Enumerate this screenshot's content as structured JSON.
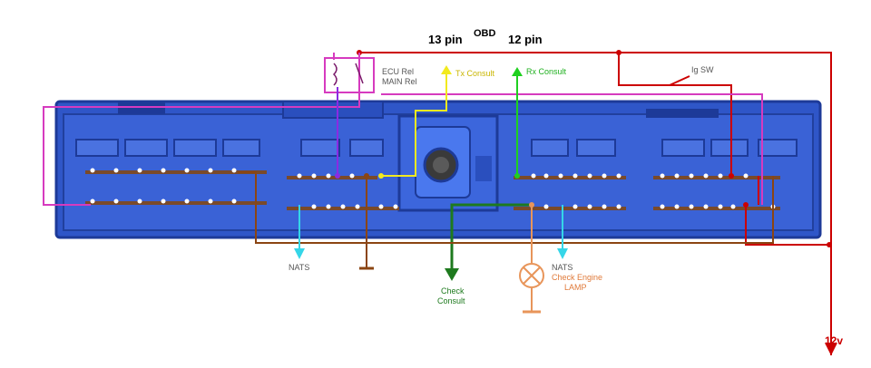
{
  "labels": {
    "pin13": "13 pin",
    "obd": "OBD",
    "pin12": "12 pin",
    "ecu_rel": "ECU Rel",
    "main_rel": "MAIN Rel",
    "tx_consult": "Tx Consult",
    "rx_consult": "Rx Consult",
    "ig_sw": "Ig SW",
    "nats_left": "NATS",
    "nats_right": "NATS",
    "check_consult_1": "Check",
    "check_consult_2": "Consult",
    "check_engine_1": "Check Engine",
    "check_engine_2": "LAMP",
    "v12": "12v"
  },
  "colors": {
    "red": "#cc0000",
    "magenta": "#d63bbf",
    "violet": "#8a2be2",
    "yellow": "#f2ea1e",
    "green": "#1fd01f",
    "dark_green": "#1e7a1e",
    "brown": "#8b4513",
    "cyan": "#35d6e8",
    "orange": "#e8955a",
    "connector_blue": "#2f56c8",
    "connector_dark": "#1d3a98",
    "label_gray": "#555555"
  }
}
